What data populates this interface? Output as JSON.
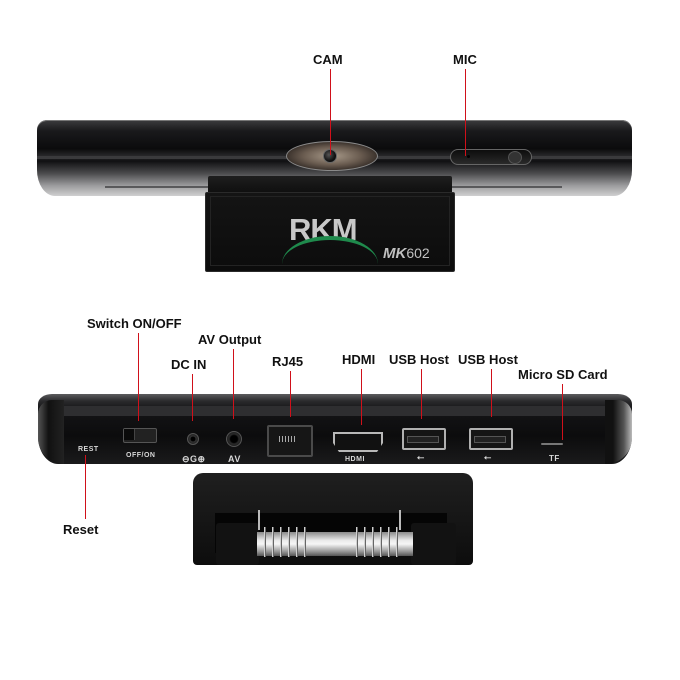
{
  "product": {
    "brand": "RKM",
    "model": "MK602",
    "model_prefix": "MK",
    "model_number": "602",
    "colors": {
      "leader_line": "#d0101a",
      "logo_green": "#1f8a4c",
      "logo_gray": "#c8c8c8",
      "body": "#0c0c0d"
    }
  },
  "front_view": {
    "callouts": [
      {
        "id": "cam",
        "label": "CAM"
      },
      {
        "id": "mic",
        "label": "MIC"
      }
    ]
  },
  "back_view": {
    "callouts": [
      {
        "id": "switch",
        "label": "Switch ON/OFF"
      },
      {
        "id": "av-output",
        "label": "AV Output"
      },
      {
        "id": "dc-in",
        "label": "DC IN"
      },
      {
        "id": "rj45",
        "label": "RJ45"
      },
      {
        "id": "hdmi",
        "label": "HDMI"
      },
      {
        "id": "usb-host-1",
        "label": "USB Host"
      },
      {
        "id": "usb-host-2",
        "label": "USB Host"
      },
      {
        "id": "micro-sd",
        "label": "Micro SD Card"
      },
      {
        "id": "reset",
        "label": "Reset"
      }
    ],
    "port_markings": {
      "reset": "REST",
      "switch": "OFF/ON",
      "dc": "⊖G⊕",
      "av": "AV",
      "hdmi": "HDMI",
      "usb_symbol": "⭠",
      "tf": "TF"
    }
  }
}
